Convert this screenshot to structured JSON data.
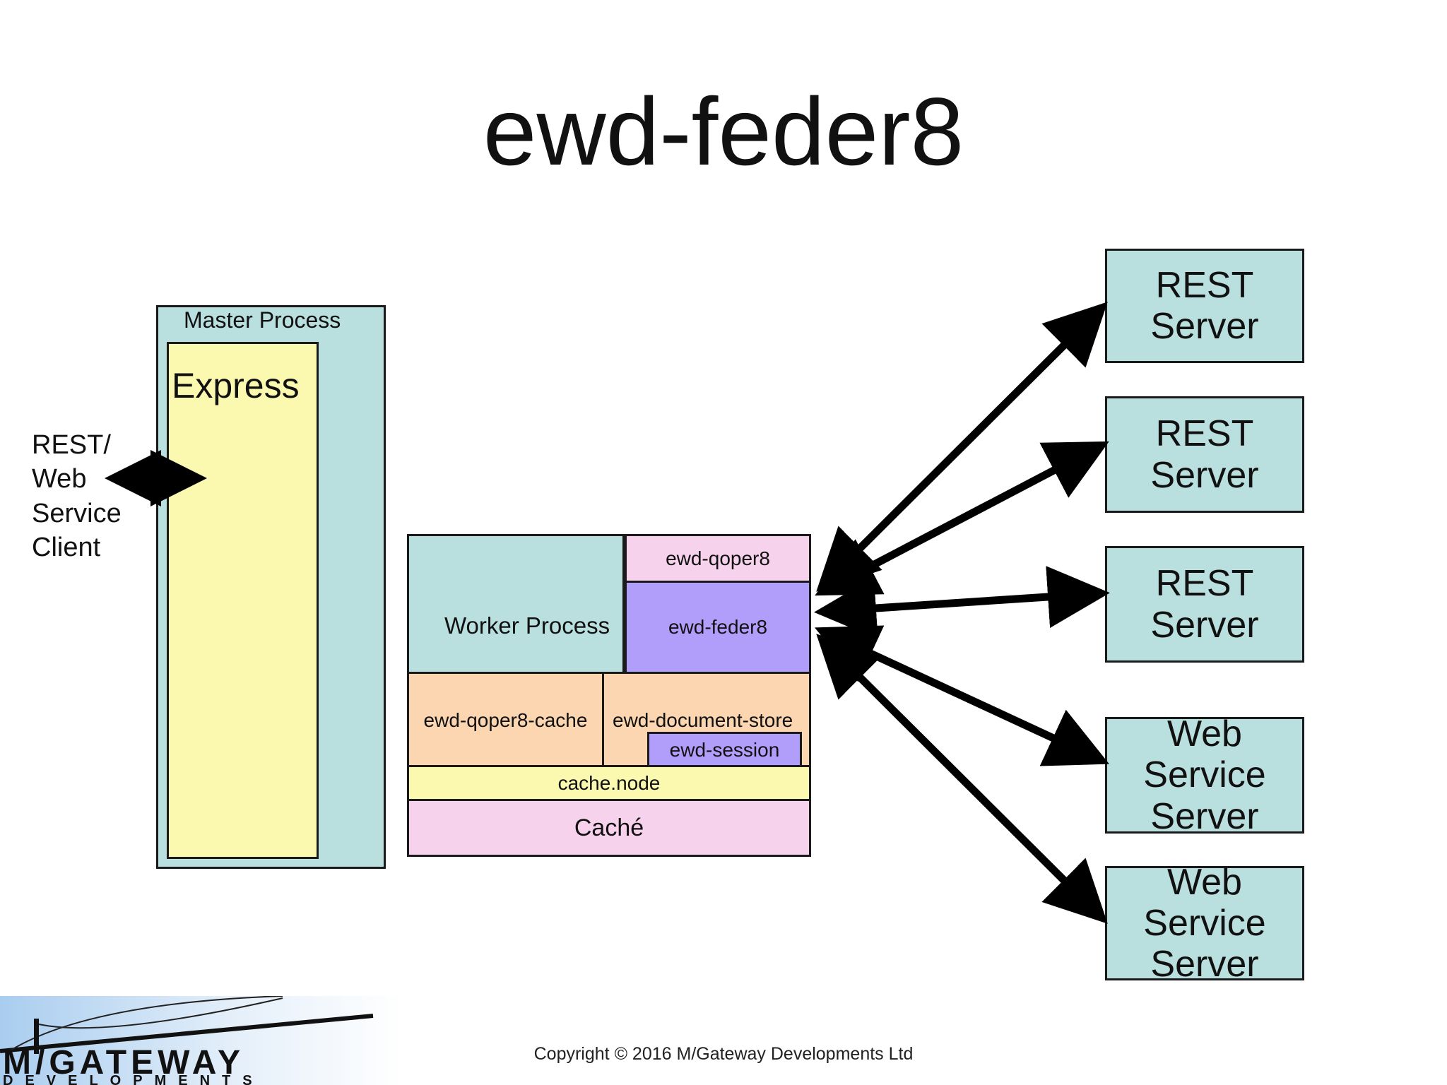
{
  "title": "ewd-feder8",
  "client_label": "REST/\nWeb\nService\nClient",
  "master": {
    "label": "Master Process",
    "express_label": "Express"
  },
  "worker": {
    "process_label": "Worker Process",
    "qoper8": "ewd-qoper8",
    "feder8": "ewd-feder8",
    "qoper8_cache": "ewd-qoper8-cache",
    "document_store": "ewd-document-store",
    "session": "ewd-session",
    "cache_node": "cache.node",
    "cache": "Caché"
  },
  "servers": [
    {
      "label": "REST\nServer"
    },
    {
      "label": "REST\nServer"
    },
    {
      "label": "REST\nServer"
    },
    {
      "label": "Web Service\nServer"
    },
    {
      "label": "Web Service\nServer"
    }
  ],
  "logo": {
    "name": "M/GATEWAY",
    "sub": "DEVELOPMENTS"
  },
  "copyright": "Copyright © 2016 M/Gateway Developments Ltd",
  "colors": {
    "teal": "#b9dfdf",
    "yellow": "#fbf8b0",
    "pink": "#f6d2ec",
    "purple": "#b19dfa",
    "peach": "#fbd6b0"
  }
}
